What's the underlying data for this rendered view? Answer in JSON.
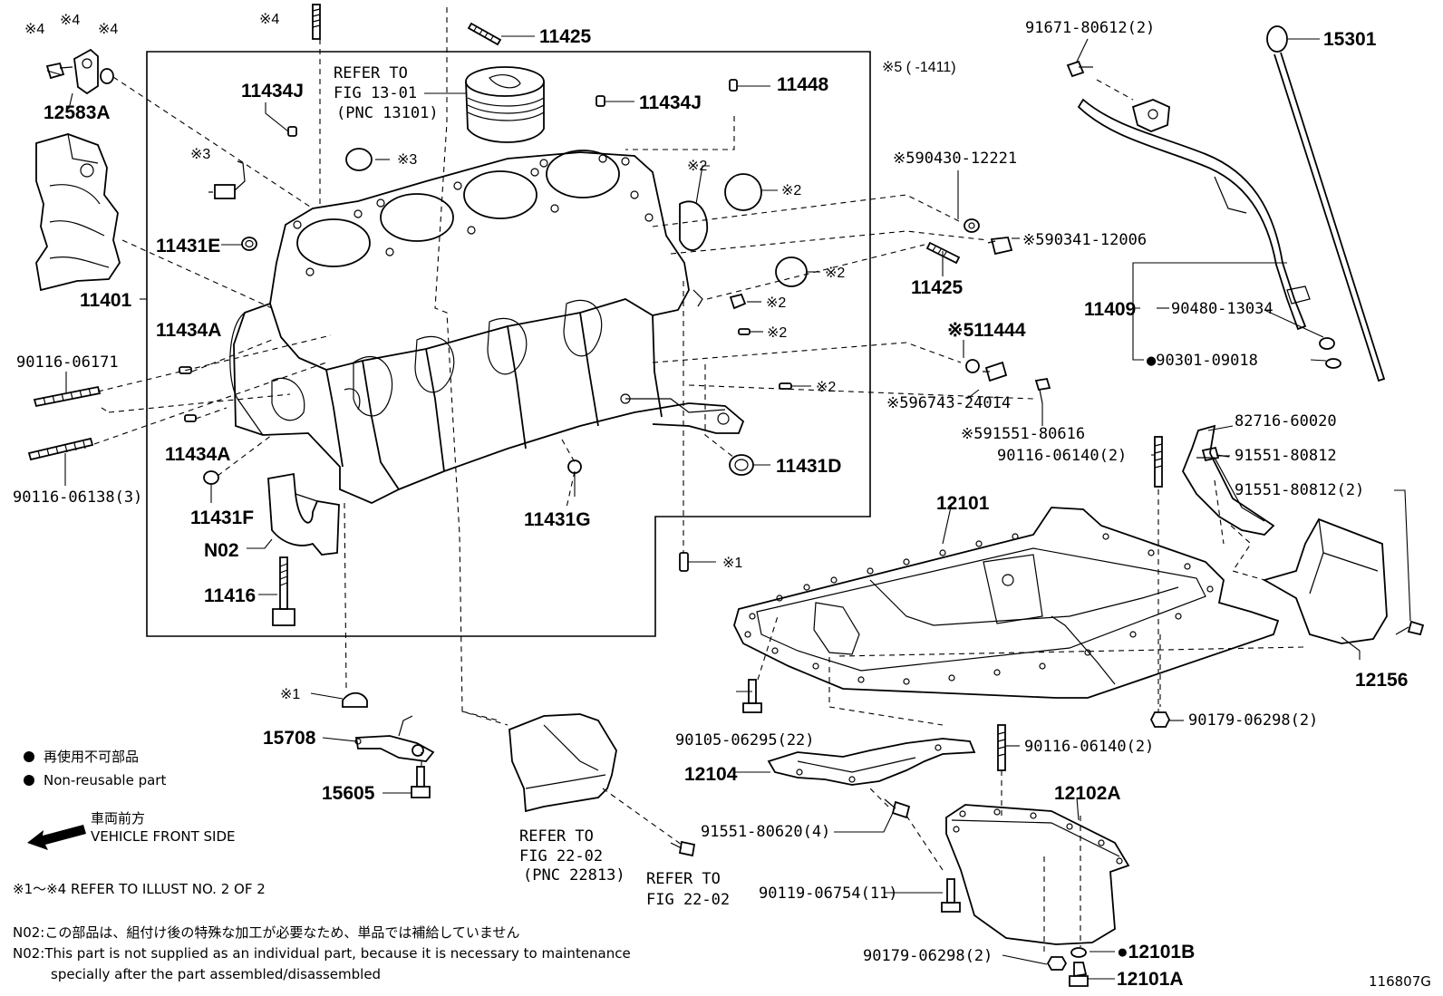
{
  "labels": {
    "p12583A": "12583A",
    "p11401": "11401",
    "p11434J_a": "11434J",
    "p11434J_b": "11434J",
    "p11448": "11448",
    "p11425_a": "11425",
    "p11425_b": "11425",
    "p11431E": "11431E",
    "p11434A_a": "11434A",
    "p11434A_b": "11434A",
    "p11431F": "11431F",
    "pN02": "N02",
    "p11416": "11416",
    "p11431G": "11431G",
    "p11431D": "11431D",
    "p90116_06171": "90116-06171",
    "p90116_06138": "90116-06138(3)",
    "p91671_80612": "91671-80612(2)",
    "p15301": "15301",
    "p90430_12221": "※590430-12221",
    "p90341_12006": "※590341-12006",
    "p11409": "11409",
    "p90480_13034": "90480-13034",
    "p90301_09018": "●90301-09018",
    "p11444": "※511444",
    "p96743_24014": "※596743-24014",
    "p91551_80616": "※591551-80616",
    "p82716_60020": "82716-60020",
    "p90116_06140_a": "90116-06140(2)",
    "p91551_80812": "91551-80812",
    "p91551_80812_2": "91551-80812(2)",
    "p12101": "12101",
    "p12156": "12156",
    "p90179_06298_a": "90179-06298(2)",
    "p90105_06295": "90105-06295(22)",
    "p90116_06140_b": "90116-06140(2)",
    "p12104": "12104",
    "p91551_80620": "91551-80620(4)",
    "p12102A": "12102A",
    "p90119_06754": "90119-06754(11)",
    "p90179_06298_b": "90179-06298(2)",
    "p12101B": "●12101B",
    "p12101A": "12101A",
    "p15708": "15708",
    "p15605": "15605"
  },
  "marks": {
    "m4a": "※4",
    "m4b": "※4",
    "m4c": "※4",
    "m4d": "※4",
    "m3a": "※3",
    "m3b": "※3",
    "m2a": "※2",
    "m2b": "※2",
    "m2c": "※2",
    "m2d": "※2",
    "m2e": "※2",
    "m2f": "※2",
    "m1a": "※1",
    "m1b": "※1",
    "m5range": "※5 (      -1411)"
  },
  "refs": {
    "ref1_l1": "REFER TO",
    "ref1_l2": "FIG 13-01",
    "ref1_l3": "(PNC 13101)",
    "ref2_l1": "REFER TO",
    "ref2_l2": "FIG 22-02",
    "ref2_l3": "(PNC 22813)",
    "ref3_l1": "REFER TO",
    "ref3_l2": "FIG 22-02"
  },
  "legend": {
    "nonreusable_jp": "再使用不可部品",
    "nonreusable_en": "Non-reusable part",
    "front_jp": "車両前方",
    "front_en": "VEHICLE FRONT SIDE",
    "refer_note": "※1～※4  REFER TO ILLUST NO. 2 OF 2",
    "n02_jp": "N02:この部品は、組付け後の特殊な加工が必要なため、単品では補給していません",
    "n02_en1": "N02:This part is not supplied as an individual part, because it is necessary to maintenance",
    "n02_en2": "specially after the part assembled/disassembled"
  },
  "figure_id": "116807G"
}
